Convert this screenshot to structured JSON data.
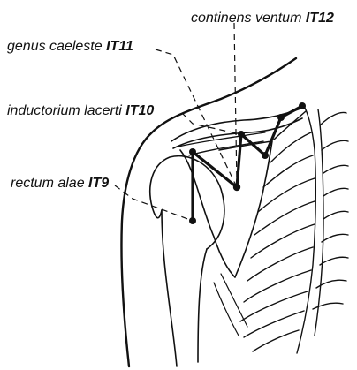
{
  "points": [
    {
      "code": "IT9",
      "name": "rectum alae"
    },
    {
      "code": "IT10",
      "name": "inductorium lacerti"
    },
    {
      "code": "IT11",
      "name": "genus caeleste"
    },
    {
      "code": "IT12",
      "name": "continens ventum"
    }
  ],
  "colors": {
    "ink": "#111111",
    "background": "#ffffff"
  }
}
